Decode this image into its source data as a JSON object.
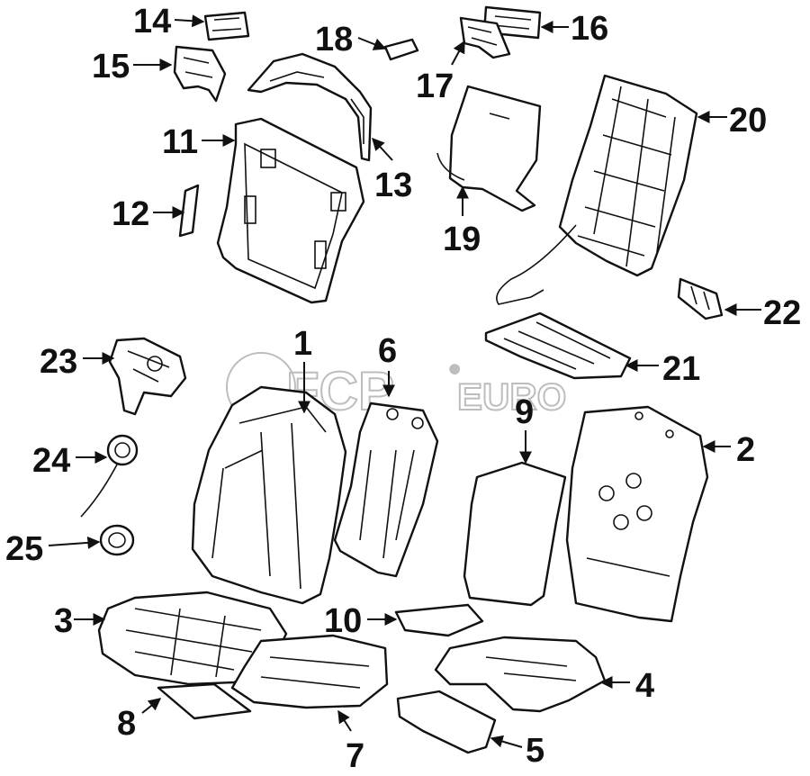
{
  "watermark": {
    "brand": "FCP",
    "suffix": "EURO",
    "mark": "®"
  },
  "callouts": {
    "c1": "1",
    "c2": "2",
    "c3": "3",
    "c4": "4",
    "c5": "5",
    "c6": "6",
    "c7": "7",
    "c8": "8",
    "c9": "9",
    "c10": "10",
    "c11": "11",
    "c12": "12",
    "c13": "13",
    "c14": "14",
    "c15": "15",
    "c16": "16",
    "c17": "17",
    "c18": "18",
    "c19": "19",
    "c20": "20",
    "c21": "21",
    "c22": "22",
    "c23": "23",
    "c24": "24",
    "c25": "25"
  }
}
